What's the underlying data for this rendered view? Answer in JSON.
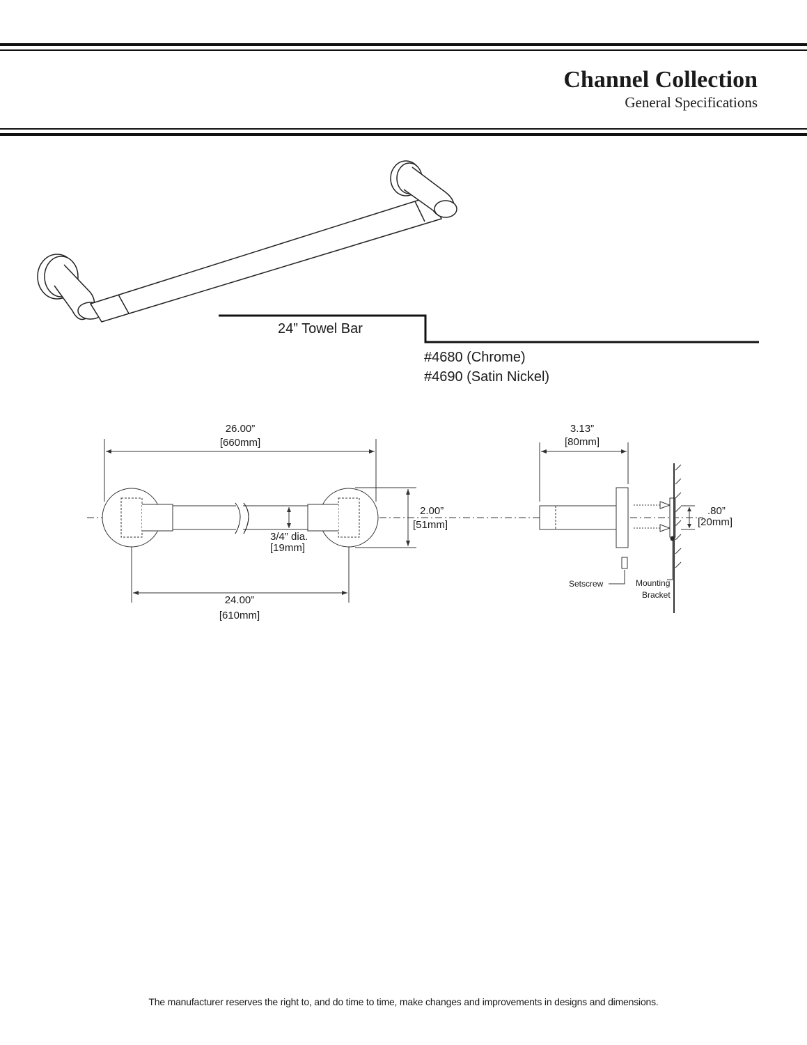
{
  "header": {
    "title": "Channel Collection",
    "subtitle": "General Specifications"
  },
  "product": {
    "name": "24” Towel Bar",
    "skus": [
      "#4680 (Chrome)",
      "#4690 (Satin Nickel)"
    ]
  },
  "dimensions": {
    "overall_in": "26.00”",
    "overall_mm": "[660mm]",
    "mount_in": "24.00”",
    "mount_mm": "[610mm]",
    "flange_in": "2.00”",
    "flange_mm": "[51mm]",
    "bar_in": "3/4” dia.",
    "bar_mm": "[19mm]",
    "projection_in": "3.13”",
    "projection_mm": "[80mm]",
    "bracket_in": ".80”",
    "bracket_mm": "[20mm]"
  },
  "callouts": {
    "setscrew": "Setscrew",
    "bracket_line1": "Mounting",
    "bracket_line2": "Bracket"
  },
  "footer": {
    "disclaimer": "The manufacturer reserves the right to, and do time to time, make changes and improvements in designs and dimensions."
  }
}
